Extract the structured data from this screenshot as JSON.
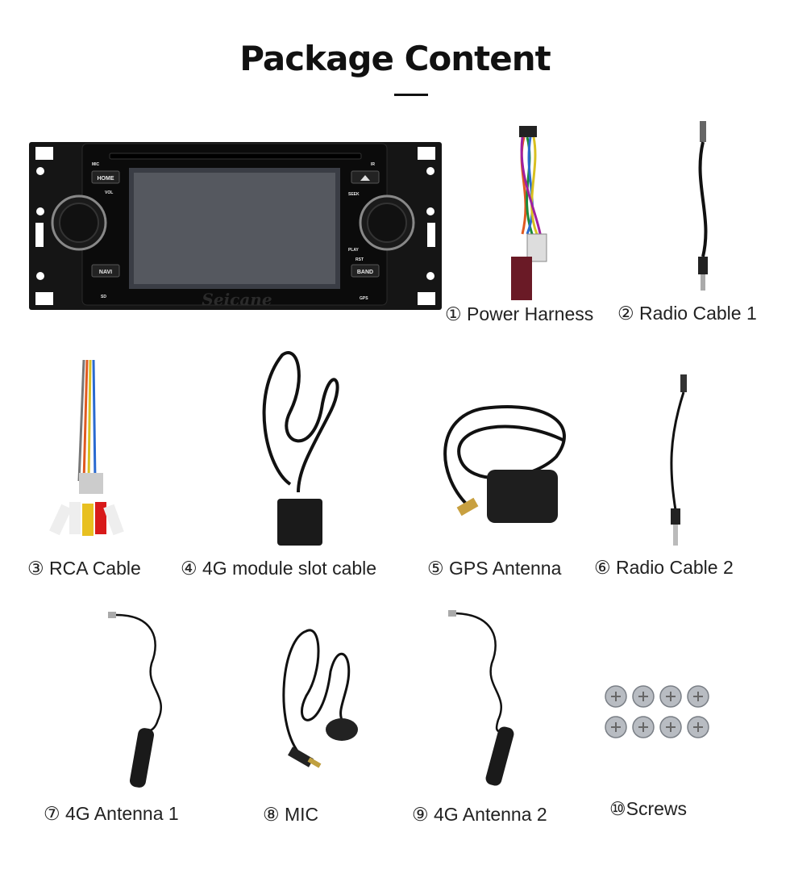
{
  "page": {
    "title": "Package Content"
  },
  "head_unit": {
    "brand": "Seicane",
    "buttons": {
      "home": "HOME",
      "navi": "NAVI",
      "band": "BAND"
    },
    "labels": {
      "mic": "MIC",
      "ir": "IR",
      "vol": "VOL",
      "seek": "SEEK",
      "play": "PLAY",
      "rst": "RST",
      "sd": "SD",
      "gps": "GPS"
    }
  },
  "items": [
    {
      "label": "① Power Harness"
    },
    {
      "label": "② Radio Cable 1"
    },
    {
      "label": "③ RCA Cable"
    },
    {
      "label": "④ 4G module slot cable"
    },
    {
      "label": "⑤ GPS Antenna"
    },
    {
      "label": "⑥ Radio Cable 2"
    },
    {
      "label": "⑦ 4G Antenna 1"
    },
    {
      "label": "⑧ MIC"
    },
    {
      "label": "⑨ 4G Antenna 2"
    },
    {
      "label": "⑩Screws"
    }
  ]
}
